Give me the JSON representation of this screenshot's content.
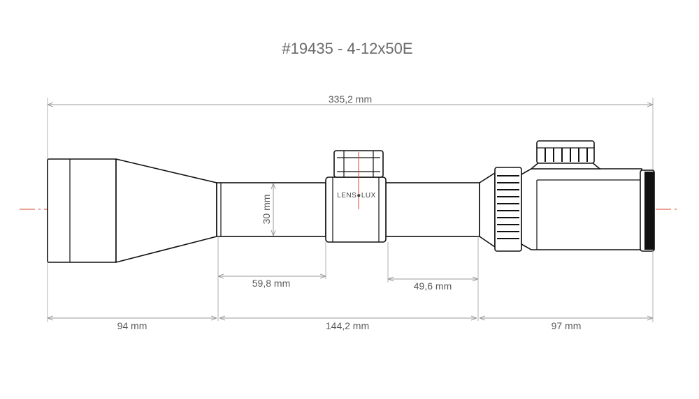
{
  "title": "#19435 - 4-12x50E",
  "brand": "LENS●LUX",
  "dimensions": {
    "overall_length": "335,2 mm",
    "tube_diameter": "30 mm",
    "mount_length_front": "59,8 mm",
    "mount_length_rear": "49,6 mm",
    "objective_section": "94 mm",
    "middle_section": "144,2 mm",
    "eyepiece_section": "97 mm"
  },
  "colors": {
    "centerline": "#d9442a",
    "outline": "#111111",
    "dimension": "#9a9a9a",
    "text": "#5a5a5a"
  }
}
